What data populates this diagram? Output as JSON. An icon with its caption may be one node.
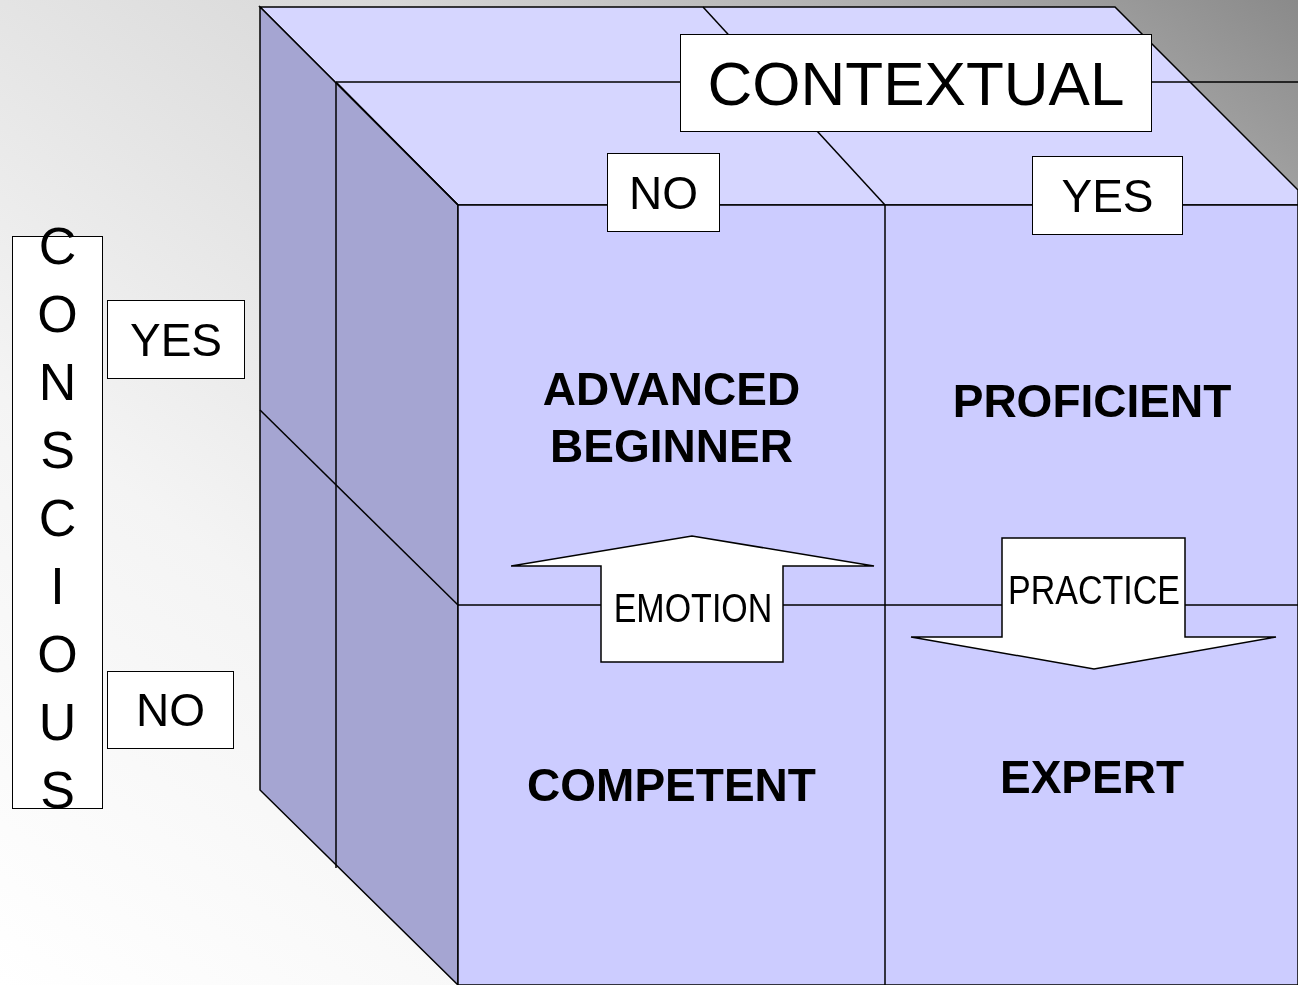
{
  "diagram": {
    "nodes": [
      {
        "text": [
          "CONTEXTUAL"
        ]
      },
      {
        "text": [
          "NO"
        ]
      },
      {
        "text": [
          "YES"
        ]
      },
      {
        "text": [
          "CONSCIOUS"
        ]
      },
      {
        "text": [
          "YES"
        ]
      },
      {
        "text": [
          "NO"
        ]
      },
      {
        "text": [
          "ADVANCED BEGINNER"
        ]
      },
      {
        "text": [
          "PROFICIENT"
        ]
      },
      {
        "text": [
          "COMPETENT"
        ]
      },
      {
        "text": [
          "EXPERT"
        ]
      }
    ],
    "edges": [
      {
        "from": 8,
        "to": 6,
        "arrow": "to",
        "label": "EMOTION"
      },
      {
        "from": 7,
        "to": 9,
        "arrow": "to",
        "label": "PRACTICE"
      }
    ]
  }
}
